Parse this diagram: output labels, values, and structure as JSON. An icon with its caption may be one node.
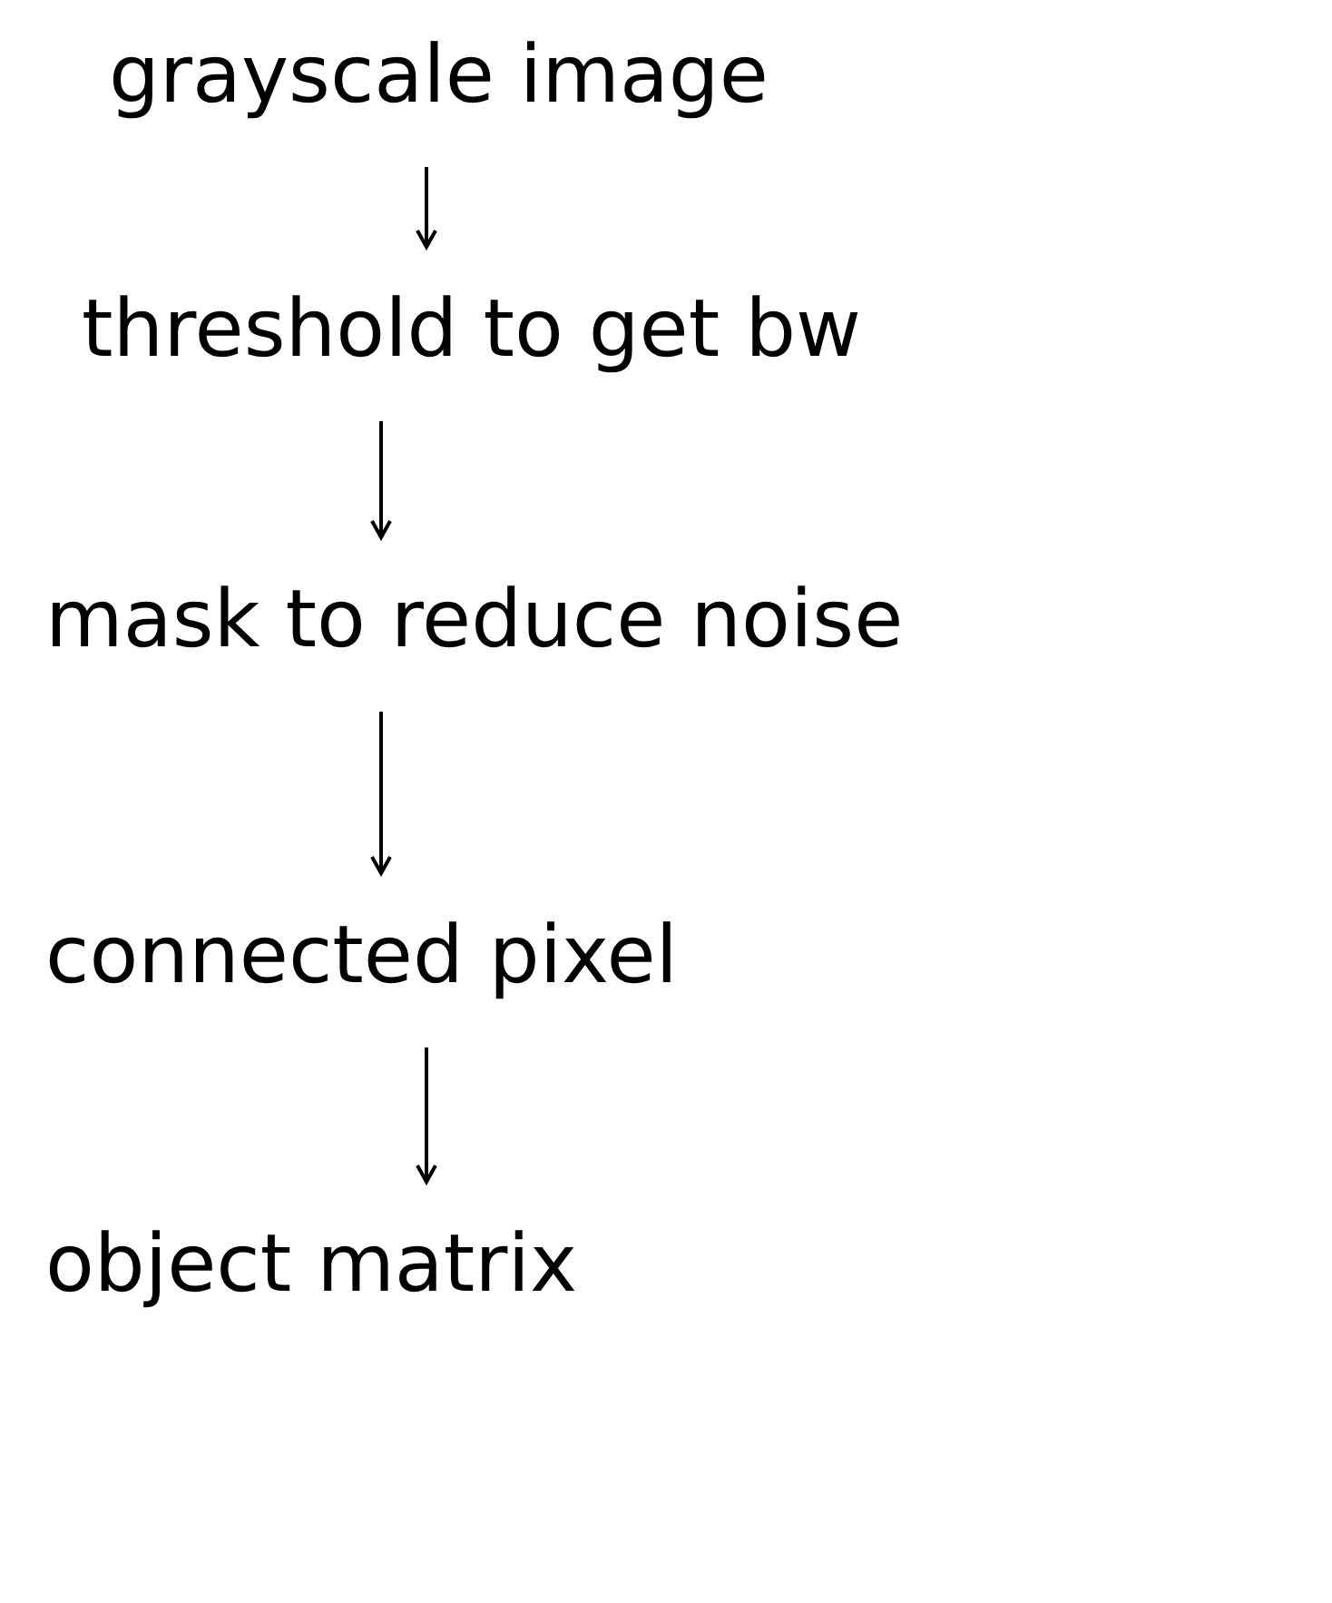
{
  "diagram": {
    "nodes": [
      {
        "text": [
          "grayscale image"
        ]
      },
      {
        "text": [
          "threshold to get bw"
        ]
      },
      {
        "text": [
          "mask to reduce noise"
        ]
      },
      {
        "text": [
          "connected pixel"
        ]
      },
      {
        "text": [
          "object matrix"
        ]
      }
    ],
    "edges": [
      {
        "from": 0,
        "to": 1,
        "arrow": "to"
      },
      {
        "from": 1,
        "to": 2,
        "arrow": "to"
      },
      {
        "from": 2,
        "to": 3,
        "arrow": "to"
      },
      {
        "from": 3,
        "to": 4,
        "arrow": "to"
      }
    ]
  }
}
